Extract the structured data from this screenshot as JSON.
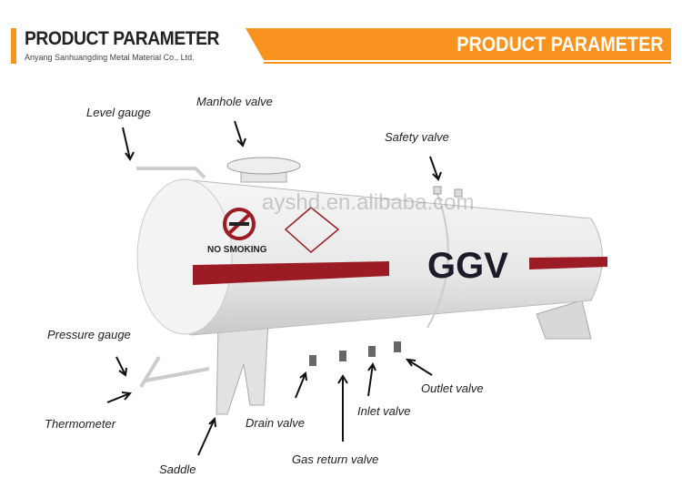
{
  "header": {
    "title_left": "PRODUCT PARAMETER",
    "company": "Anyang Sanhuangding Metal Material Co., Ltd.",
    "title_right": "PRODUCT PARAMETER",
    "accent": "#f7931e"
  },
  "tank": {
    "no_smoking": "NO SMOKING",
    "brand": "GGV",
    "watermark": "ayshd.en.alibaba.com",
    "stripe_color": "#9b1c24",
    "body_color": "#ececec"
  },
  "labels": {
    "level_gauge": "Level gauge",
    "manhole_valve": "Manhole valve",
    "safety_valve": "Safety valve",
    "pressure_gauge": "Pressure gauge",
    "thermometer": "Thermometer",
    "saddle": "Saddle",
    "drain_valve": "Drain valve",
    "gas_return_valve": "Gas return valve",
    "inlet_valve": "Inlet valve",
    "outlet_valve": "Outlet valve"
  }
}
